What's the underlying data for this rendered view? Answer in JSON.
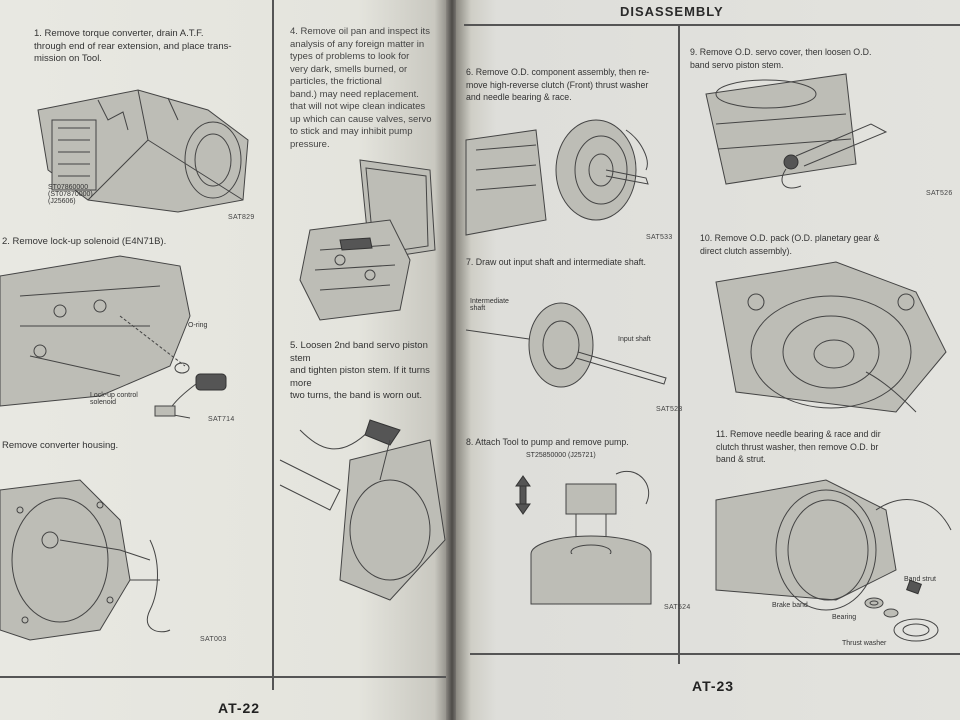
{
  "left_page": {
    "page_number": "AT-22",
    "steps": [
      {
        "id": "1",
        "line1": "1.  Remove torque converter, drain A.T.F.",
        "line2": "through end of rear extension, and place trans-",
        "line3": "mission on Tool."
      },
      {
        "id": "2",
        "line1": "2.  Remove lock-up solenoid (E4N71B)."
      },
      {
        "id": "3",
        "line1": "Remove converter housing."
      },
      {
        "id": "4",
        "line1": "4.  Remove oil pan and inspect its",
        "line2": "analysis of any foreign matter in",
        "line3": "types of problems to look for",
        "line4": "very dark, smells burned, or",
        "line5": "particles, the frictional",
        "line6": "band.) may need replacement.",
        "line7": "that will not wipe clean indicates",
        "line8": "up which can cause valves, servo",
        "line9": "to stick and may inhibit pump pressure."
      },
      {
        "id": "5",
        "line1": "5.  Loosen 2nd band servo piston stem",
        "line2": "and tighten piston stem. If it turns more",
        "line3": "two turns, the band is worn out."
      }
    ],
    "figure_codes": [
      "SAT829",
      "SAT714",
      "SAT003"
    ],
    "callouts": {
      "tool_1": "ST07860000",
      "tool_2": "(ST07870000)",
      "tool_3": "(J25606)",
      "o_ring": "O-ring",
      "solenoid_1": "Lock-up control",
      "solenoid_2": "solenoid"
    }
  },
  "right_page": {
    "header": "DISASSEMBLY",
    "page_number": "AT-23",
    "steps": [
      {
        "id": "6",
        "line1": "6.  Remove O.D. component assembly, then re-",
        "line2": "move high-reverse clutch (Front) thrust washer",
        "line3": "and needle bearing & race."
      },
      {
        "id": "7",
        "line1": "7.  Draw out input shaft and intermediate shaft."
      },
      {
        "id": "8",
        "line1": "8.  Attach Tool to pump and remove pump."
      },
      {
        "id": "9",
        "line1": "9.  Remove O.D. servo cover, then loosen O.D.",
        "line2": "band servo piston stem."
      },
      {
        "id": "10",
        "line1": "10. Remove O.D. pack (O.D. planetary gear &",
        "line2": "direct clutch assembly)."
      },
      {
        "id": "11",
        "line1": "11. Remove needle bearing & race and dir",
        "line2": "clutch thrust washer, then remove O.D. br",
        "line3": "band & strut."
      }
    ],
    "figure_codes": [
      "SAT533",
      "SAT523",
      "SAT524",
      "SAT526"
    ],
    "callouts": {
      "intermediate_1": "Intermediate",
      "intermediate_2": "shaft",
      "input_shaft": "Input shaft",
      "tool_1": "ST25850000 (J25721)",
      "band_strut": "Band strut",
      "brake_band": "Brake band",
      "bearing": "Bearing",
      "thrust_washer": "Thrust washer"
    }
  }
}
